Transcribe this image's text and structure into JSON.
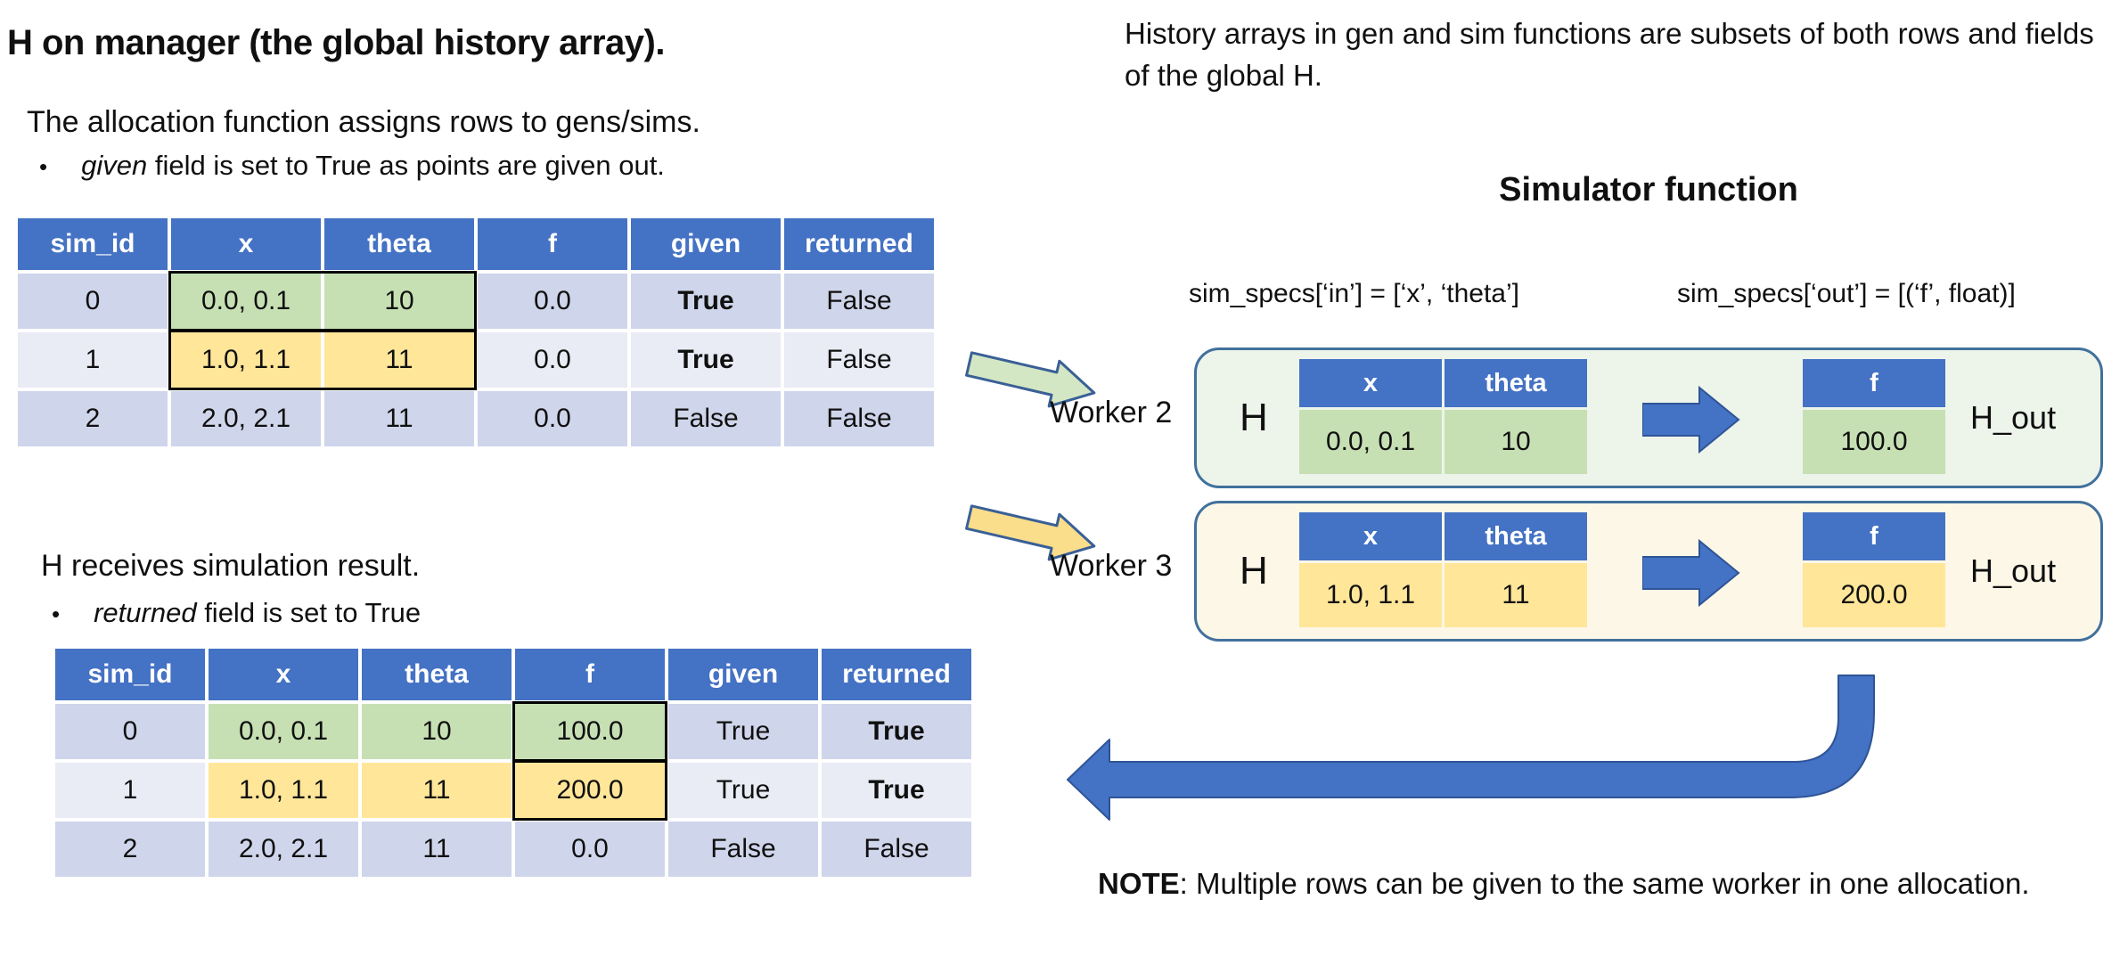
{
  "left": {
    "title": "H on manager (the global history array).",
    "alloc_heading": "The allocation function assigns rows to gens/sims.",
    "bullet_marker": "•",
    "alloc_bullet_italic": "given",
    "alloc_bullet_rest": " field is set to True as points are given out.",
    "receive_heading": "H receives simulation result.",
    "receive_bullet_italic": "returned",
    "receive_bullet_rest": " field is set to True",
    "t1": {
      "headers": [
        "sim_id",
        "x",
        "theta",
        "f",
        "given",
        "returned"
      ],
      "rows": [
        [
          "0",
          "0.0, 0.1",
          "10",
          "0.0",
          "True",
          "False"
        ],
        [
          "1",
          "1.0, 1.1",
          "11",
          "0.0",
          "True",
          "False"
        ],
        [
          "2",
          "2.0, 2.1",
          "11",
          "0.0",
          "False",
          "False"
        ]
      ]
    },
    "t2": {
      "headers": [
        "sim_id",
        "x",
        "theta",
        "f",
        "given",
        "returned"
      ],
      "rows": [
        [
          "0",
          "0.0, 0.1",
          "10",
          "100.0",
          "True",
          "True"
        ],
        [
          "1",
          "1.0, 1.1",
          "11",
          "200.0",
          "True",
          "True"
        ],
        [
          "2",
          "2.0, 2.1",
          "11",
          "0.0",
          "False",
          "False"
        ]
      ]
    }
  },
  "right": {
    "subset_note": "History arrays in gen and sim functions are subsets of both rows and fields of the global H.",
    "sim_heading": "Simulator function",
    "sim_specs_in": "sim_specs[‘in’] = [‘x’, ‘theta’]",
    "sim_specs_out": "sim_specs[‘out’] = [(‘f’, float)]",
    "workers": [
      {
        "label": "Worker 2",
        "h_label": "H",
        "in_headers": [
          "x",
          "theta"
        ],
        "in_row": [
          "0.0, 0.1",
          "10"
        ],
        "out_header": "f",
        "out_value": "100.0",
        "hout_label": "H_out"
      },
      {
        "label": "Worker 3",
        "h_label": "H",
        "in_headers": [
          "x",
          "theta"
        ],
        "in_row": [
          "1.0, 1.1",
          "11"
        ],
        "out_header": "f",
        "out_value": "200.0",
        "hout_label": "H_out"
      }
    ],
    "note_bold": "NOTE",
    "note_rest": ": Multiple rows can be given to the same worker in one allocation."
  },
  "colors": {
    "accent_blue": "#4472C4",
    "arrow_outline": "#2F5496",
    "box_border": "#41719C",
    "row_dark": "#CFD5EA",
    "row_light": "#E9EBF5",
    "highlight_green": "#C6E0B4",
    "highlight_yellow": "#FFE699",
    "worker2_fill": "#EDF4EA",
    "worker3_fill": "#FDF7E7"
  }
}
